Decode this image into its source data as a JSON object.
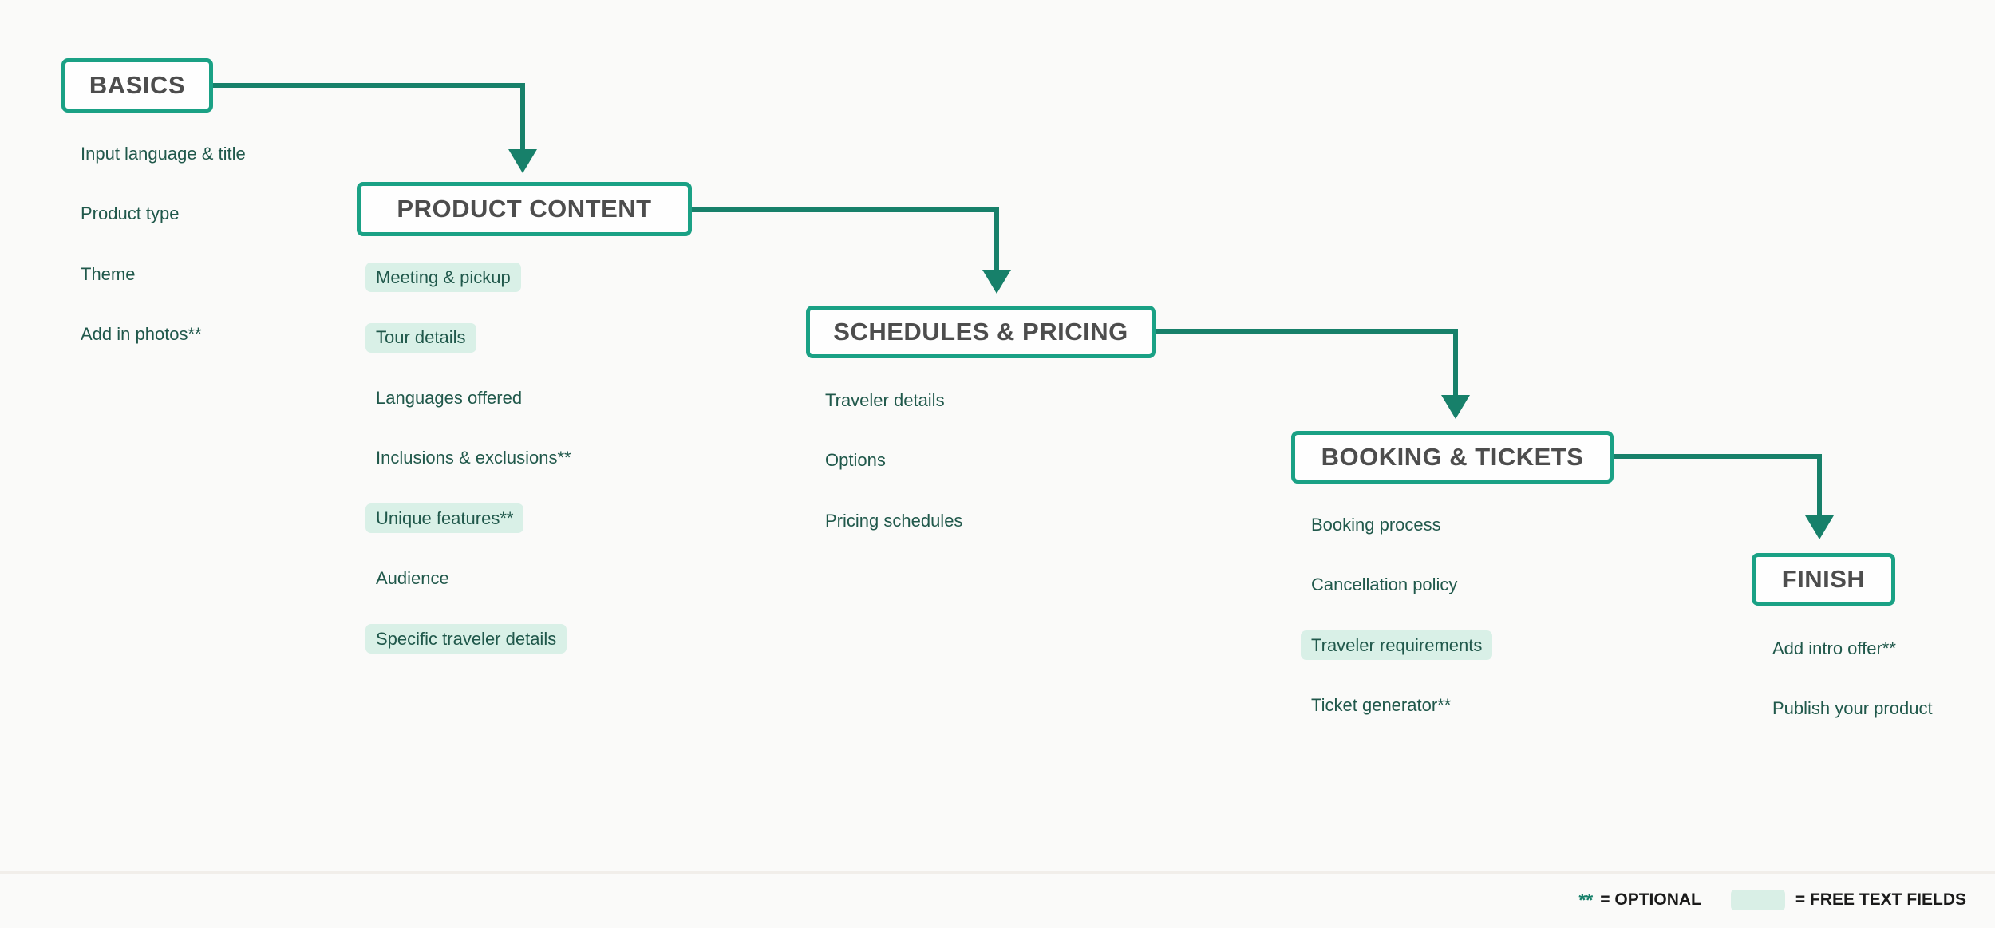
{
  "colors": {
    "background": "#fafaf9",
    "box_border": "#1aa185",
    "connector": "#17806a",
    "title_text": "#4d4d4d",
    "item_text": "#20584b",
    "highlight_bg": "#d9f0e7",
    "legend_text": "#1a1a1a"
  },
  "stages": [
    {
      "title": "BASICS",
      "items": [
        {
          "label": "Input language & title",
          "highlighted": false
        },
        {
          "label": "Product type",
          "highlighted": false
        },
        {
          "label": "Theme",
          "highlighted": false
        },
        {
          "label": "Add in photos**",
          "highlighted": false
        }
      ]
    },
    {
      "title": "PRODUCT CONTENT",
      "items": [
        {
          "label": "Meeting & pickup",
          "highlighted": true
        },
        {
          "label": "Tour details",
          "highlighted": true
        },
        {
          "label": "Languages offered",
          "highlighted": false
        },
        {
          "label": "Inclusions & exclusions**",
          "highlighted": false
        },
        {
          "label": "Unique features**",
          "highlighted": true
        },
        {
          "label": "Audience",
          "highlighted": false
        },
        {
          "label": "Specific traveler details",
          "highlighted": true
        }
      ]
    },
    {
      "title": "SCHEDULES & PRICING",
      "items": [
        {
          "label": "Traveler details",
          "highlighted": false
        },
        {
          "label": "Options",
          "highlighted": false
        },
        {
          "label": "Pricing schedules",
          "highlighted": false
        }
      ]
    },
    {
      "title": "BOOKING & TICKETS",
      "items": [
        {
          "label": "Booking process",
          "highlighted": false
        },
        {
          "label": "Cancellation policy",
          "highlighted": false
        },
        {
          "label": "Traveler requirements",
          "highlighted": true
        },
        {
          "label": "Ticket generator**",
          "highlighted": false
        }
      ]
    },
    {
      "title": "FINISH",
      "items": [
        {
          "label": "Add intro offer**",
          "highlighted": false
        },
        {
          "label": "Publish your product",
          "highlighted": false
        }
      ]
    }
  ],
  "legend": {
    "optional_marker": "**",
    "optional_label": "= OPTIONAL",
    "free_text_label": "= FREE TEXT FIELDS"
  }
}
